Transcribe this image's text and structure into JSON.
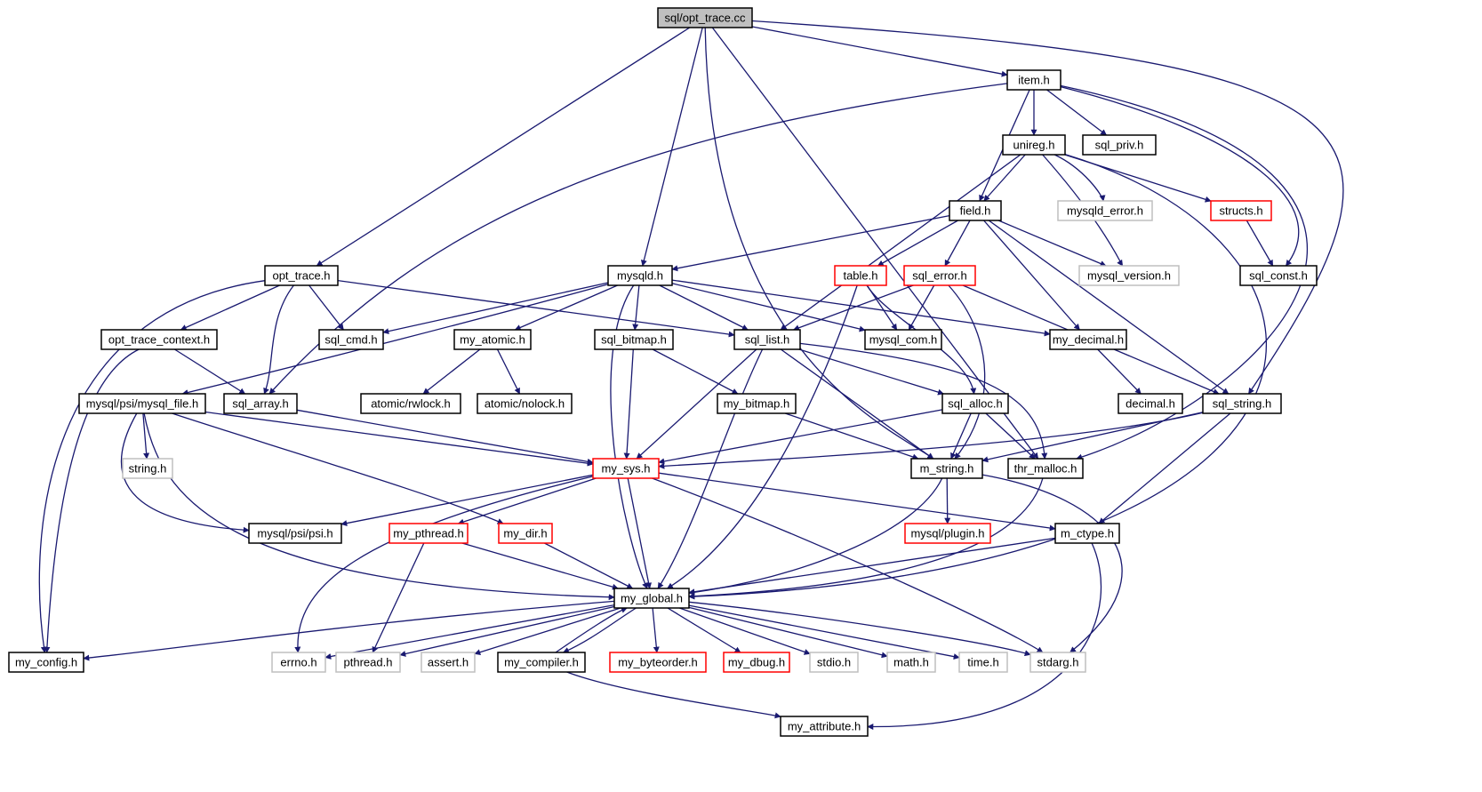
{
  "colors": {
    "edge": "#191970",
    "arrow": "#191970",
    "root_fill": "#bfbfbf",
    "border_default": "#000000",
    "border_truncated": "#ff0000",
    "border_undocumented": "#bfbfbf",
    "text_default": "#000000"
  },
  "nodes": [
    {
      "id": "opt_trace_cc",
      "label": "sql/opt_trace.cc",
      "style": "root"
    },
    {
      "id": "item_h",
      "label": "item.h",
      "style": "default"
    },
    {
      "id": "unireg_h",
      "label": "unireg.h",
      "style": "default"
    },
    {
      "id": "sql_priv_h",
      "label": "sql_priv.h",
      "style": "default"
    },
    {
      "id": "field_h",
      "label": "field.h",
      "style": "default"
    },
    {
      "id": "mysqld_error_h",
      "label": "mysqld_error.h",
      "style": "undocumented"
    },
    {
      "id": "structs_h",
      "label": "structs.h",
      "style": "truncated"
    },
    {
      "id": "sql_const_h",
      "label": "sql_const.h",
      "style": "default"
    },
    {
      "id": "opt_trace_h",
      "label": "opt_trace.h",
      "style": "default"
    },
    {
      "id": "mysqld_h",
      "label": "mysqld.h",
      "style": "default"
    },
    {
      "id": "table_h",
      "label": "table.h",
      "style": "truncated"
    },
    {
      "id": "sql_error_h",
      "label": "sql_error.h",
      "style": "truncated"
    },
    {
      "id": "mysql_version_h",
      "label": "mysql_version.h",
      "style": "undocumented"
    },
    {
      "id": "opt_trace_context_h",
      "label": "opt_trace_context.h",
      "style": "default"
    },
    {
      "id": "sql_cmd_h",
      "label": "sql_cmd.h",
      "style": "default"
    },
    {
      "id": "my_atomic_h",
      "label": "my_atomic.h",
      "style": "default"
    },
    {
      "id": "sql_bitmap_h",
      "label": "sql_bitmap.h",
      "style": "default"
    },
    {
      "id": "sql_list_h",
      "label": "sql_list.h",
      "style": "default"
    },
    {
      "id": "mysql_com_h",
      "label": "mysql_com.h",
      "style": "default"
    },
    {
      "id": "my_decimal_h",
      "label": "my_decimal.h",
      "style": "default"
    },
    {
      "id": "mysql_psi_mysql_file_h",
      "label": "mysql/psi/mysql_file.h",
      "style": "default"
    },
    {
      "id": "sql_array_h",
      "label": "sql_array.h",
      "style": "default"
    },
    {
      "id": "atomic_rwlock_h",
      "label": "atomic/rwlock.h",
      "style": "default"
    },
    {
      "id": "atomic_nolock_h",
      "label": "atomic/nolock.h",
      "style": "default"
    },
    {
      "id": "my_bitmap_h",
      "label": "my_bitmap.h",
      "style": "default"
    },
    {
      "id": "sql_alloc_h",
      "label": "sql_alloc.h",
      "style": "default"
    },
    {
      "id": "decimal_h",
      "label": "decimal.h",
      "style": "default"
    },
    {
      "id": "sql_string_h",
      "label": "sql_string.h",
      "style": "default"
    },
    {
      "id": "string_h",
      "label": "string.h",
      "style": "undocumented"
    },
    {
      "id": "my_sys_h",
      "label": "my_sys.h",
      "style": "truncated"
    },
    {
      "id": "m_string_h",
      "label": "m_string.h",
      "style": "default"
    },
    {
      "id": "thr_malloc_h",
      "label": "thr_malloc.h",
      "style": "default"
    },
    {
      "id": "mysql_psi_psi_h",
      "label": "mysql/psi/psi.h",
      "style": "default"
    },
    {
      "id": "my_pthread_h",
      "label": "my_pthread.h",
      "style": "truncated"
    },
    {
      "id": "my_dir_h",
      "label": "my_dir.h",
      "style": "truncated"
    },
    {
      "id": "mysql_plugin_h",
      "label": "mysql/plugin.h",
      "style": "truncated"
    },
    {
      "id": "m_ctype_h",
      "label": "m_ctype.h",
      "style": "default"
    },
    {
      "id": "my_global_h",
      "label": "my_global.h",
      "style": "default"
    },
    {
      "id": "my_config_h",
      "label": "my_config.h",
      "style": "default"
    },
    {
      "id": "errno_h",
      "label": "errno.h",
      "style": "undocumented"
    },
    {
      "id": "pthread_h",
      "label": "pthread.h",
      "style": "undocumented"
    },
    {
      "id": "assert_h",
      "label": "assert.h",
      "style": "undocumented"
    },
    {
      "id": "my_compiler_h",
      "label": "my_compiler.h",
      "style": "default"
    },
    {
      "id": "my_byteorder_h",
      "label": "my_byteorder.h",
      "style": "truncated"
    },
    {
      "id": "my_dbug_h",
      "label": "my_dbug.h",
      "style": "truncated"
    },
    {
      "id": "stdio_h",
      "label": "stdio.h",
      "style": "undocumented"
    },
    {
      "id": "math_h",
      "label": "math.h",
      "style": "undocumented"
    },
    {
      "id": "time_h",
      "label": "time.h",
      "style": "undocumented"
    },
    {
      "id": "stdarg_h",
      "label": "stdarg.h",
      "style": "undocumented"
    },
    {
      "id": "my_attribute_h",
      "label": "my_attribute.h",
      "style": "default"
    }
  ],
  "edges": [
    [
      "opt_trace_cc",
      "item_h"
    ],
    [
      "opt_trace_cc",
      "opt_trace_h"
    ],
    [
      "opt_trace_cc",
      "mysqld_h"
    ],
    [
      "opt_trace_cc",
      "m_string_h"
    ],
    [
      "opt_trace_cc",
      "sql_string_h"
    ],
    [
      "opt_trace_cc",
      "thr_malloc_h"
    ],
    [
      "item_h",
      "unireg_h"
    ],
    [
      "item_h",
      "sql_priv_h"
    ],
    [
      "item_h",
      "field_h"
    ],
    [
      "item_h",
      "sql_const_h"
    ],
    [
      "item_h",
      "sql_array_h"
    ],
    [
      "item_h",
      "thr_malloc_h"
    ],
    [
      "unireg_h",
      "field_h"
    ],
    [
      "unireg_h",
      "mysqld_error_h"
    ],
    [
      "unireg_h",
      "structs_h"
    ],
    [
      "unireg_h",
      "mysql_version_h"
    ],
    [
      "unireg_h",
      "sql_list_h"
    ],
    [
      "unireg_h",
      "my_global_h"
    ],
    [
      "structs_h",
      "sql_const_h"
    ],
    [
      "field_h",
      "mysqld_h"
    ],
    [
      "field_h",
      "table_h"
    ],
    [
      "field_h",
      "sql_error_h"
    ],
    [
      "field_h",
      "mysql_version_h"
    ],
    [
      "field_h",
      "my_decimal_h"
    ],
    [
      "field_h",
      "sql_string_h"
    ],
    [
      "opt_trace_h",
      "opt_trace_context_h"
    ],
    [
      "opt_trace_h",
      "sql_cmd_h"
    ],
    [
      "opt_trace_h",
      "sql_array_h"
    ],
    [
      "opt_trace_h",
      "sql_list_h"
    ],
    [
      "opt_trace_h",
      "my_config_h"
    ],
    [
      "mysqld_h",
      "sql_cmd_h"
    ],
    [
      "mysqld_h",
      "my_atomic_h"
    ],
    [
      "mysqld_h",
      "sql_bitmap_h"
    ],
    [
      "mysqld_h",
      "sql_list_h"
    ],
    [
      "mysqld_h",
      "mysql_com_h"
    ],
    [
      "mysqld_h",
      "my_decimal_h"
    ],
    [
      "mysqld_h",
      "mysql_psi_mysql_file_h"
    ],
    [
      "mysqld_h",
      "my_global_h"
    ],
    [
      "table_h",
      "mysql_com_h"
    ],
    [
      "table_h",
      "sql_alloc_h"
    ],
    [
      "table_h",
      "my_global_h"
    ],
    [
      "sql_error_h",
      "sql_list_h"
    ],
    [
      "sql_error_h",
      "mysql_com_h"
    ],
    [
      "sql_error_h",
      "sql_string_h"
    ],
    [
      "sql_error_h",
      "m_string_h"
    ],
    [
      "opt_trace_context_h",
      "sql_array_h"
    ],
    [
      "opt_trace_context_h",
      "my_config_h"
    ],
    [
      "my_atomic_h",
      "atomic_rwlock_h"
    ],
    [
      "my_atomic_h",
      "atomic_nolock_h"
    ],
    [
      "sql_bitmap_h",
      "my_bitmap_h"
    ],
    [
      "sql_bitmap_h",
      "my_sys_h"
    ],
    [
      "sql_list_h",
      "sql_alloc_h"
    ],
    [
      "sql_list_h",
      "my_sys_h"
    ],
    [
      "sql_list_h",
      "m_string_h"
    ],
    [
      "sql_list_h",
      "thr_malloc_h"
    ],
    [
      "sql_list_h",
      "my_global_h"
    ],
    [
      "my_decimal_h",
      "decimal_h"
    ],
    [
      "mysql_psi_mysql_file_h",
      "string_h"
    ],
    [
      "mysql_psi_mysql_file_h",
      "my_sys_h"
    ],
    [
      "mysql_psi_mysql_file_h",
      "mysql_psi_psi_h"
    ],
    [
      "mysql_psi_mysql_file_h",
      "my_dir_h"
    ],
    [
      "mysql_psi_mysql_file_h",
      "my_global_h"
    ],
    [
      "sql_array_h",
      "my_sys_h"
    ],
    [
      "my_bitmap_h",
      "m_string_h"
    ],
    [
      "sql_alloc_h",
      "my_sys_h"
    ],
    [
      "sql_alloc_h",
      "m_string_h"
    ],
    [
      "sql_alloc_h",
      "thr_malloc_h"
    ],
    [
      "sql_string_h",
      "my_sys_h"
    ],
    [
      "sql_string_h",
      "m_string_h"
    ],
    [
      "sql_string_h",
      "m_ctype_h"
    ],
    [
      "my_sys_h",
      "mysql_psi_psi_h"
    ],
    [
      "my_sys_h",
      "my_pthread_h"
    ],
    [
      "my_sys_h",
      "m_ctype_h"
    ],
    [
      "my_sys_h",
      "my_global_h"
    ],
    [
      "my_sys_h",
      "errno_h"
    ],
    [
      "my_sys_h",
      "stdarg_h"
    ],
    [
      "m_string_h",
      "mysql_plugin_h"
    ],
    [
      "m_string_h",
      "my_global_h"
    ],
    [
      "m_string_h",
      "stdarg_h"
    ],
    [
      "thr_malloc_h",
      "my_global_h"
    ],
    [
      "my_pthread_h",
      "my_global_h"
    ],
    [
      "my_pthread_h",
      "pthread_h"
    ],
    [
      "my_dir_h",
      "my_global_h"
    ],
    [
      "m_ctype_h",
      "my_global_h"
    ],
    [
      "m_ctype_h",
      "my_attribute_h"
    ],
    [
      "my_global_h",
      "my_config_h"
    ],
    [
      "my_global_h",
      "errno_h"
    ],
    [
      "my_global_h",
      "pthread_h"
    ],
    [
      "my_global_h",
      "assert_h"
    ],
    [
      "my_global_h",
      "my_compiler_h"
    ],
    [
      "my_global_h",
      "my_byteorder_h"
    ],
    [
      "my_global_h",
      "my_dbug_h"
    ],
    [
      "my_global_h",
      "stdio_h"
    ],
    [
      "my_global_h",
      "math_h"
    ],
    [
      "my_global_h",
      "time_h"
    ],
    [
      "my_global_h",
      "stdarg_h"
    ],
    [
      "my_compiler_h",
      "my_global_h"
    ],
    [
      "my_compiler_h",
      "my_attribute_h"
    ]
  ]
}
